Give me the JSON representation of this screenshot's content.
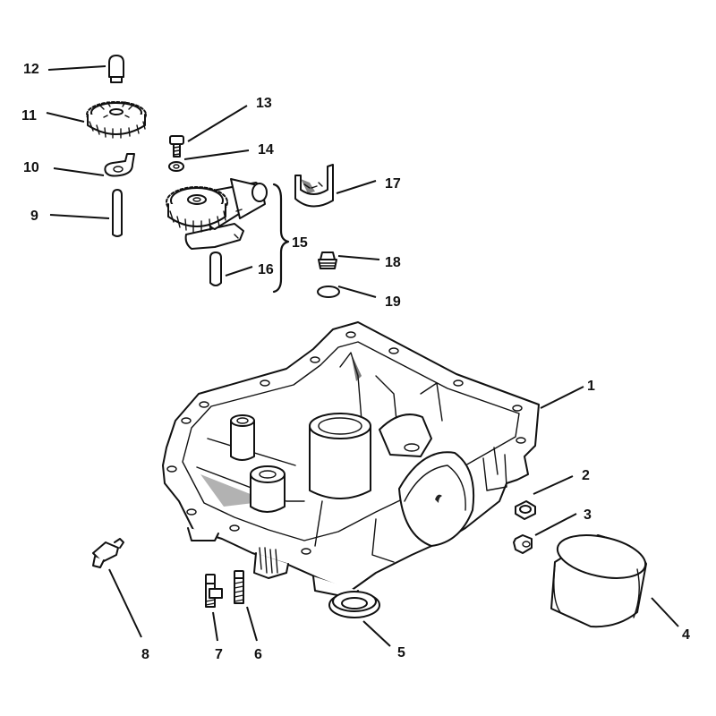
{
  "callouts": [
    {
      "id": "c1",
      "text": "1"
    },
    {
      "id": "c2",
      "text": "2"
    },
    {
      "id": "c3",
      "text": "3"
    },
    {
      "id": "c4",
      "text": "4"
    },
    {
      "id": "c5",
      "text": "5"
    },
    {
      "id": "c6",
      "text": "6"
    },
    {
      "id": "c7",
      "text": "7"
    },
    {
      "id": "c8",
      "text": "8"
    },
    {
      "id": "c9",
      "text": "9"
    },
    {
      "id": "c10",
      "text": "10"
    },
    {
      "id": "c11",
      "text": "11"
    },
    {
      "id": "c12",
      "text": "12"
    },
    {
      "id": "c13",
      "text": "13"
    },
    {
      "id": "c14",
      "text": "14"
    },
    {
      "id": "c15",
      "text": "15"
    },
    {
      "id": "c16",
      "text": "16"
    },
    {
      "id": "c17",
      "text": "17"
    },
    {
      "id": "c18",
      "text": "18"
    },
    {
      "id": "c19",
      "text": "19"
    }
  ]
}
